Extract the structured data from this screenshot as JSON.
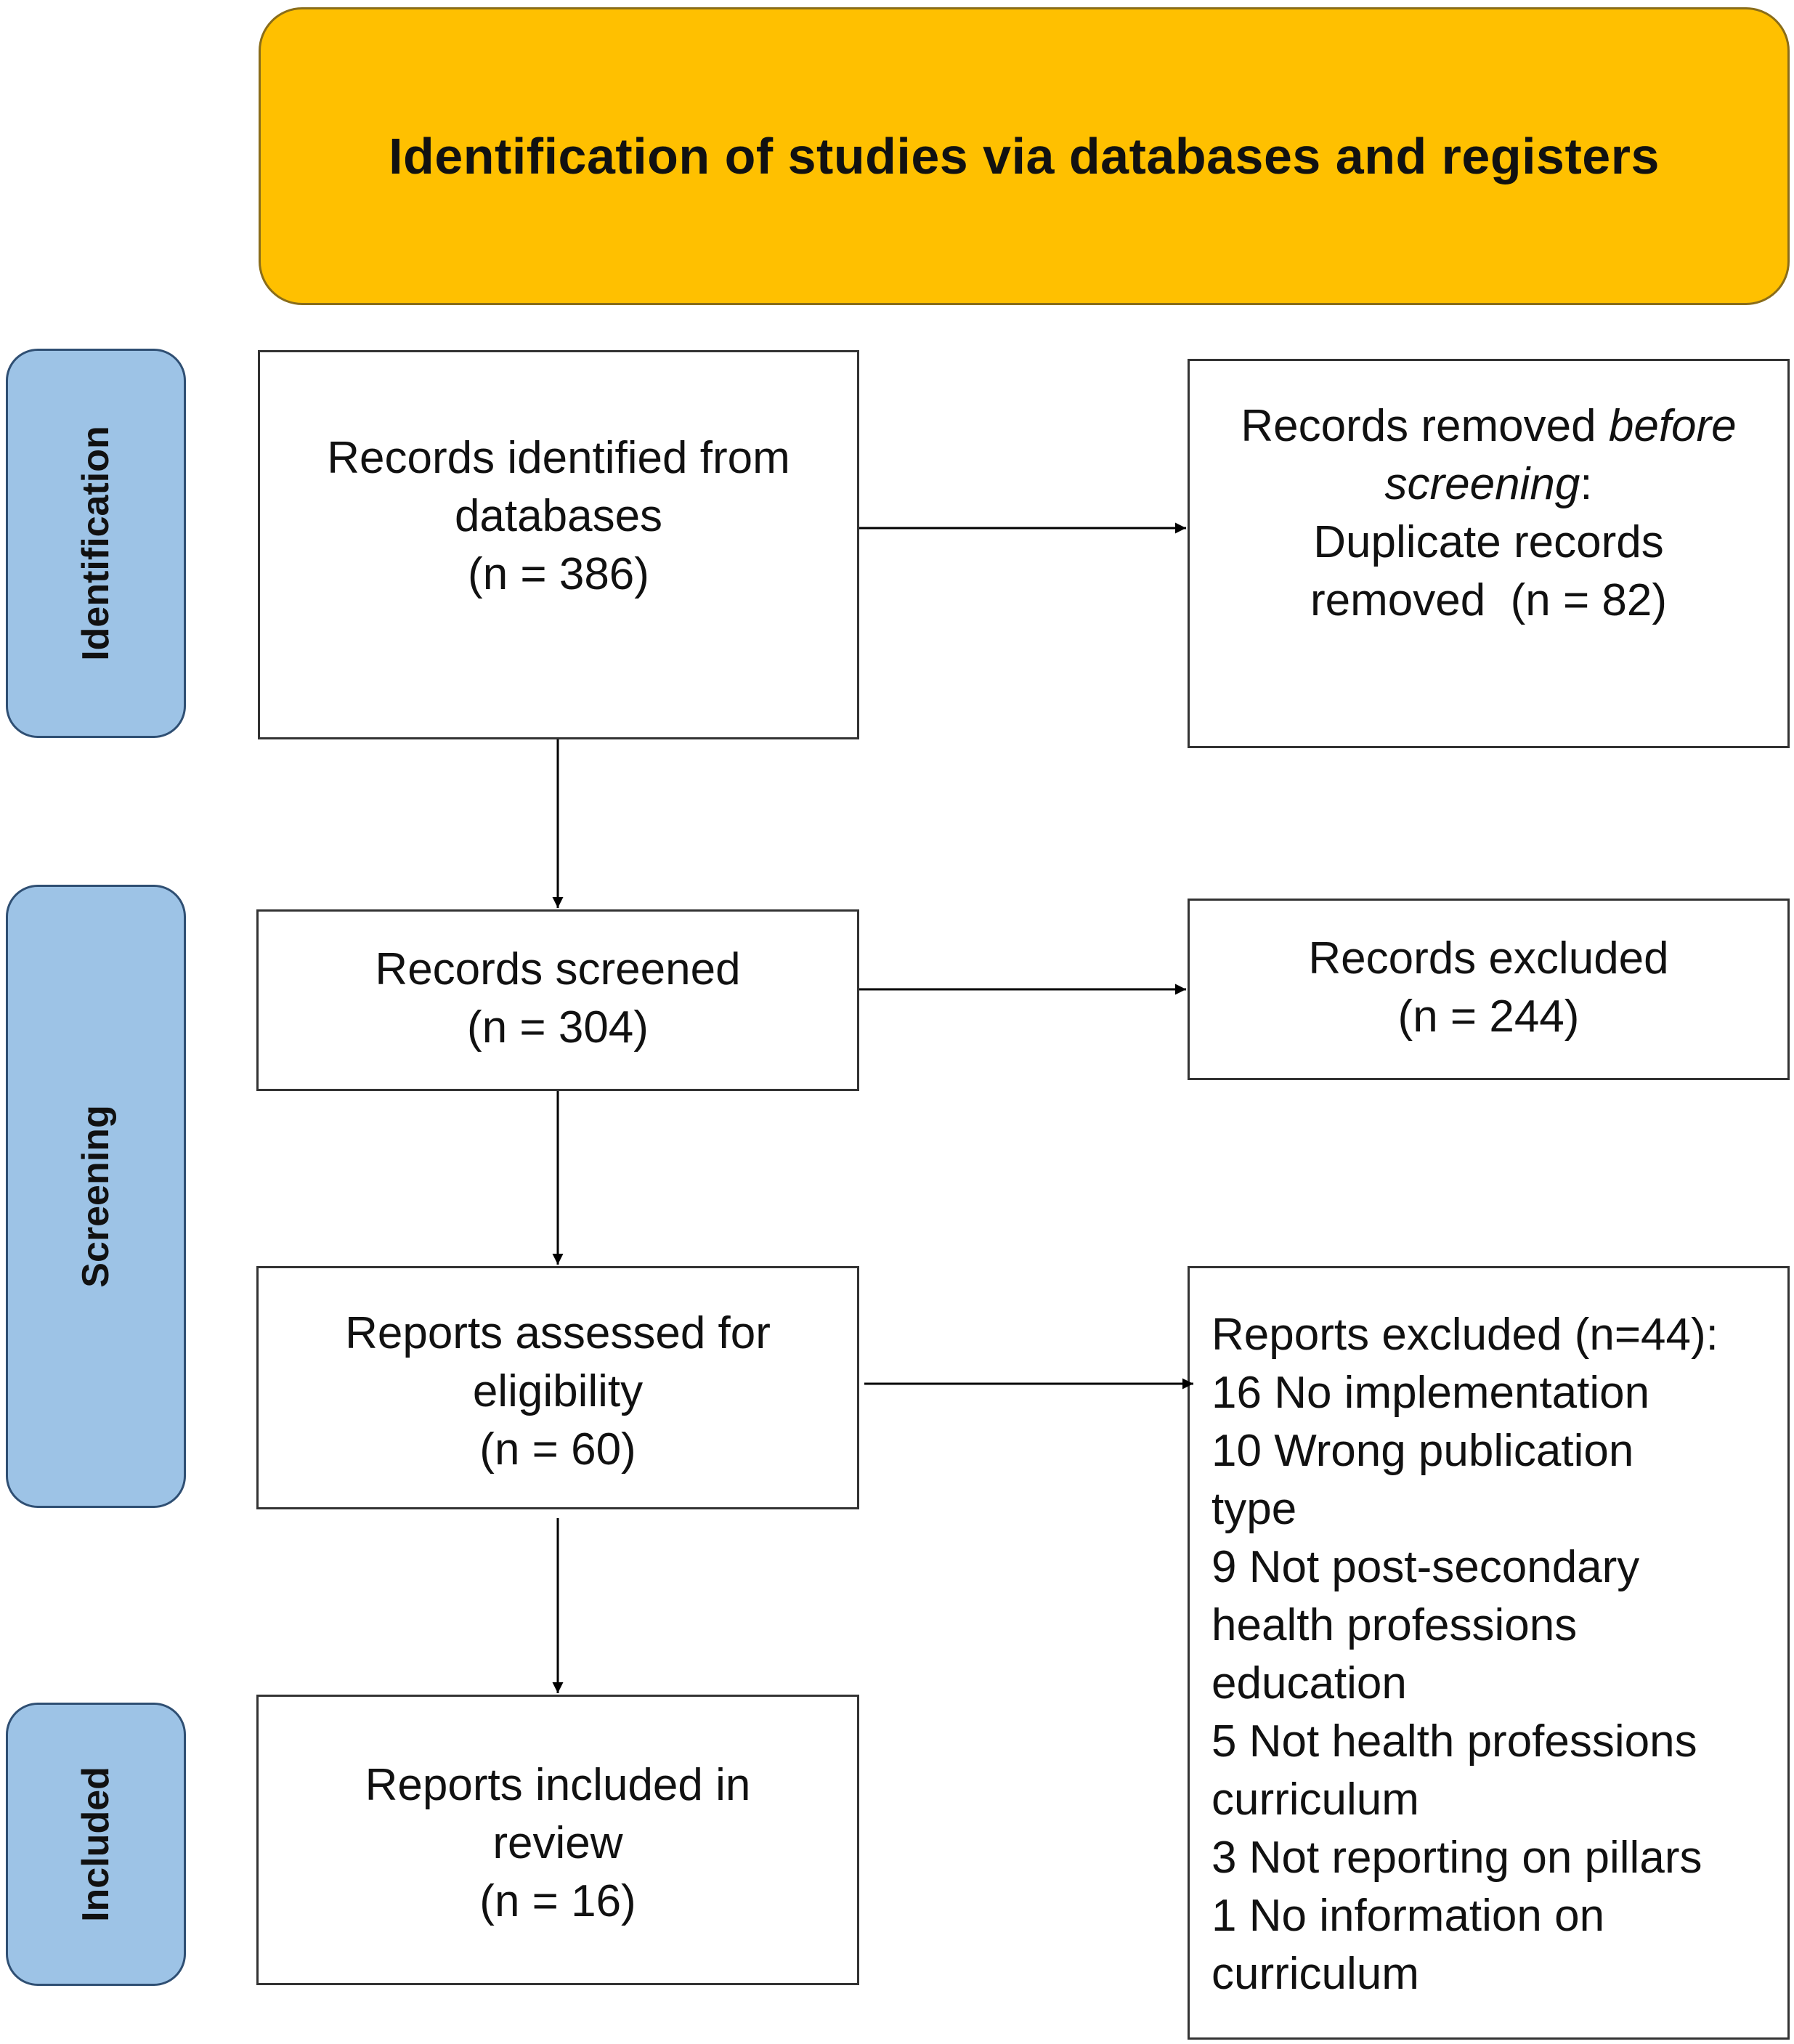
{
  "colors": {
    "header_fill": "#FFC000",
    "phase_fill": "#9DC3E6",
    "box_border": "#333333",
    "arrow": "#000000"
  },
  "header": {
    "title": "Identification of studies via databases and registers"
  },
  "phases": {
    "identification": "Identification",
    "screening": "Screening",
    "included": "Included"
  },
  "boxes": {
    "records_identified": {
      "line1": "Records identified from",
      "line2": "databases",
      "line3": "(n = 386)"
    },
    "records_removed": {
      "line1_a": "Records removed ",
      "line1_b": "before",
      "line2_a": "screening",
      "line2_b": ":",
      "line3": "Duplicate records",
      "line4": "removed  (n = 82)"
    },
    "records_screened": {
      "line1": "Records screened",
      "line2": "(n = 304)"
    },
    "records_excluded": {
      "line1": "Records excluded",
      "line2": "(n = 244)"
    },
    "reports_assessed": {
      "line1": "Reports assessed for",
      "line2": "eligibility",
      "line3": "(n = 60)"
    },
    "reports_excluded": {
      "lines": [
        "Reports excluded (n=44):",
        "16 No implementation",
        "10 Wrong publication",
        "type",
        "9 Not post-secondary",
        "health professions",
        "education",
        "5 Not health professions",
        "curriculum",
        "3 Not reporting on pillars",
        "1 No information on",
        "curriculum"
      ]
    },
    "reports_included": {
      "line1": "Reports included in",
      "line2": "review",
      "line3": "(n = 16)"
    }
  }
}
